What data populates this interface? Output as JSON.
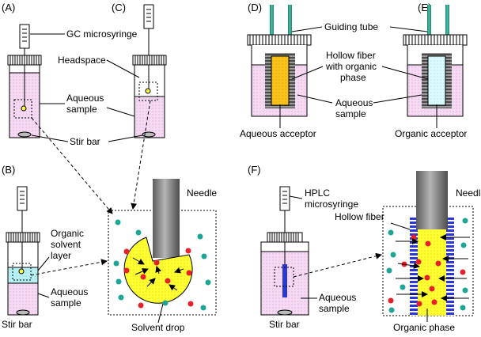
{
  "panels": {
    "A": "(A)",
    "B": "(B)",
    "C": "(C)",
    "D": "(D)",
    "E": "(E)",
    "F": "(F)"
  },
  "labels": {
    "gc_microsyringe": "GC microsyringe",
    "headspace": "Headspace",
    "aqueous_sample_line1": "Aqueous",
    "aqueous_sample_line2": "sample",
    "stir_bar": "Stir bar",
    "organic_solvent_line1": "Organic",
    "organic_solvent_line2": "solvent",
    "organic_solvent_line3": "layer",
    "needle": "Needle",
    "solvent_drop": "Solvent drop",
    "guiding_tube": "Guiding tube",
    "hollow_fiber_organic_line1": "Hollow fiber",
    "hollow_fiber_organic_line2": "with organic",
    "hollow_fiber_organic_line3": "phase",
    "aqueous_acceptor": "Aqueous acceptor",
    "organic_acceptor": "Organic acceptor",
    "hplc_line1": "HPLC",
    "hplc_line2": "microsyringe",
    "hollow_fiber": "Hollow fiber",
    "organic_phase": "Organic phase"
  },
  "colors": {
    "sample_pink": "#f6d9f2",
    "organic_cyan": "#b9f1f4",
    "drop_yellow": "#ffff33",
    "acceptor_orange": "#f8c21a",
    "acceptor_light": "#d9fbfd",
    "guide_green": "#2f9e88",
    "fiber_blue": "#2b38d6",
    "needle_gray": "#8a8a8a",
    "analyte_red": "#e8202a",
    "matrix_teal": "#1fa596"
  }
}
